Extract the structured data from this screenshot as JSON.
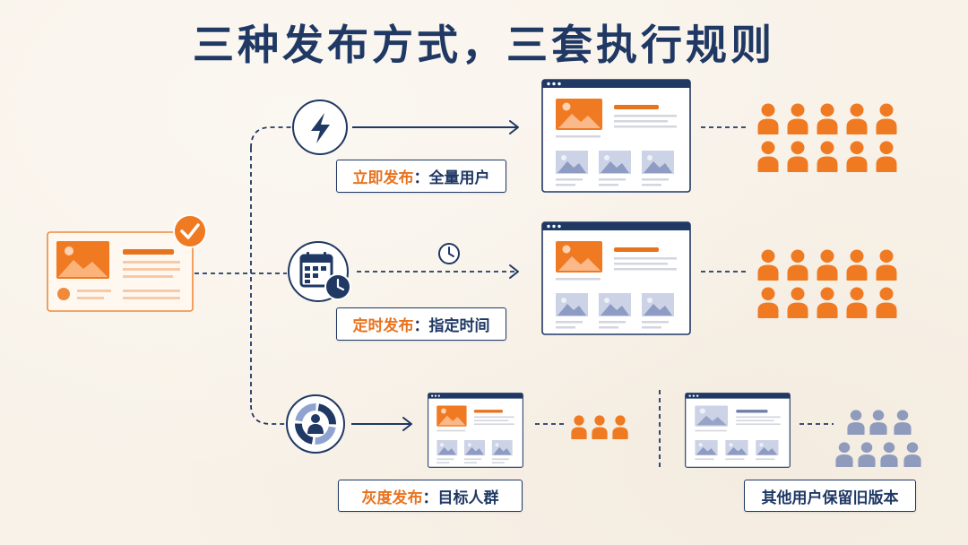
{
  "title": "三种发布方式，三套执行规则",
  "routes": [
    {
      "label_prefix": "立即发布",
      "label_suffix": "：全量用户",
      "icon": "lightning-icon"
    },
    {
      "label_prefix": "定时发布",
      "label_suffix": "：指定时间",
      "icon": "calendar-clock-icon"
    },
    {
      "label_prefix": "灰度发布",
      "label_suffix": "：目标人群",
      "icon": "target-audience-icon"
    }
  ],
  "other_users_label": "其他用户保留旧版本",
  "icons": {
    "source_status": "check-icon",
    "schedule_timer": "clock-icon",
    "users": "user-icon"
  },
  "colors": {
    "navy": "#1f3864",
    "orange": "#f07a22",
    "grey_user": "#8f9bbd",
    "background": "#f8f2e9"
  }
}
